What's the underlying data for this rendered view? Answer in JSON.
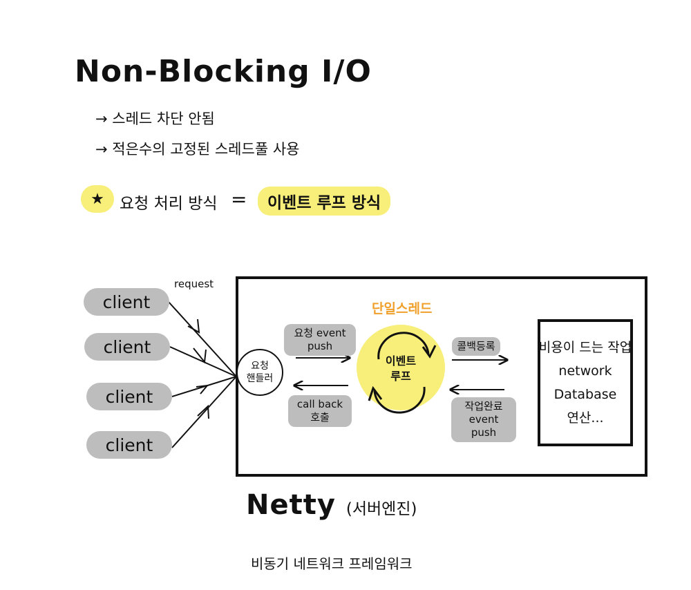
{
  "header": {
    "title": "Non-Blocking I/O",
    "bullets": [
      "→ 스레드 차단 안됨",
      "→ 적은수의 고정된 스레드풀 사용"
    ]
  },
  "pattern": {
    "star_icon": "★",
    "label": "요청 처리 방식",
    "equals": "=",
    "value": "이벤트 루프 방식"
  },
  "clients": [
    "client",
    "client",
    "client",
    "client"
  ],
  "request_label": "request",
  "server": {
    "handler": [
      "요청",
      "핸들러"
    ],
    "thread_label": "단일스레드",
    "event_loop": [
      "이벤트",
      "루프"
    ],
    "request_push": [
      "요청 event",
      "push"
    ],
    "callback": [
      "call back",
      "호출"
    ],
    "register_callback": "콜백등록",
    "task_done": [
      "작업완료",
      "event push"
    ],
    "heavy_task": [
      "비용이 드는 작업",
      "network",
      "Database",
      "연산..."
    ]
  },
  "footer": {
    "name": "Netty",
    "name_sub": "(서버엔진)",
    "description": "비동기 네트워크 프레임워크"
  },
  "colors": {
    "highlight": "#f7ef7a",
    "pill": "#bdbdbd",
    "thread_label": "#f0a02a",
    "ink": "#111111"
  }
}
